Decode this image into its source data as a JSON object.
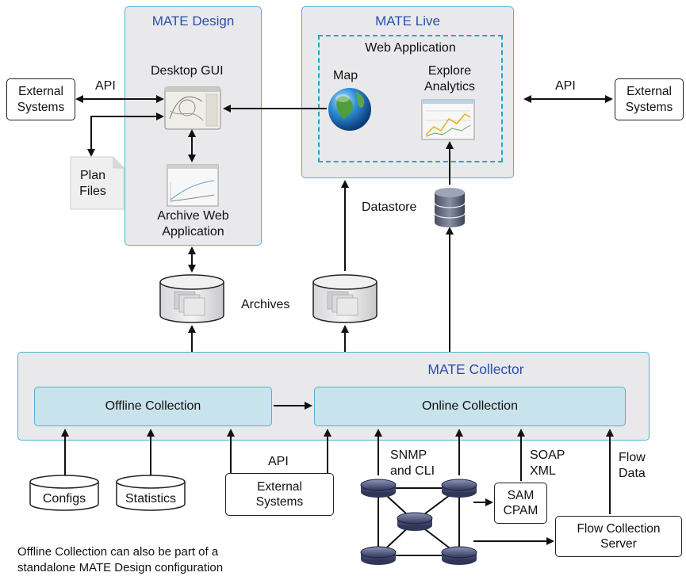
{
  "mate_design": {
    "title": "MATE Design",
    "desktop_gui": "Desktop GUI",
    "archive_web_app_line1": "Archive Web",
    "archive_web_app_line2": "Application"
  },
  "mate_live": {
    "title": "MATE Live",
    "web_application": "Web Application",
    "map": "Map",
    "explore_analytics_line1": "Explore",
    "explore_analytics_line2": "Analytics"
  },
  "left_external": {
    "line1": "External",
    "line2": "Systems"
  },
  "right_external": {
    "line1": "External",
    "line2": "Systems"
  },
  "api_left": "API",
  "api_right": "API",
  "plan_files": {
    "line1": "Plan",
    "line2": "Files"
  },
  "datastore": "Datastore",
  "archives": "Archives",
  "mate_collector": {
    "title": "MATE Collector",
    "offline_collection": "Offline Collection",
    "online_collection": "Online Collection"
  },
  "inputs": {
    "configs": "Configs",
    "statistics": "Statistics",
    "api_bottom": "API",
    "external_bottom_line1": "External",
    "external_bottom_line2": "Systems",
    "snmp_line1": "SNMP",
    "snmp_line2": "and CLI",
    "soap_line1": "SOAP",
    "soap_line2": "XML",
    "flow_line1": "Flow",
    "flow_line2": "Data",
    "sam_line1": "SAM",
    "sam_line2": "CPAM",
    "flow_server_line1": "Flow Collection",
    "flow_server_line2": "Server"
  },
  "footnote": {
    "line1": "Offline Collection can also be part of a",
    "line2": "standalone MATE Design configuration"
  },
  "colors": {
    "panel_border": "#4fb3d0",
    "title_blue": "#2a4fa8",
    "collection_fill": "#c9e3ec",
    "panel_fill": "#e9e9eb"
  }
}
